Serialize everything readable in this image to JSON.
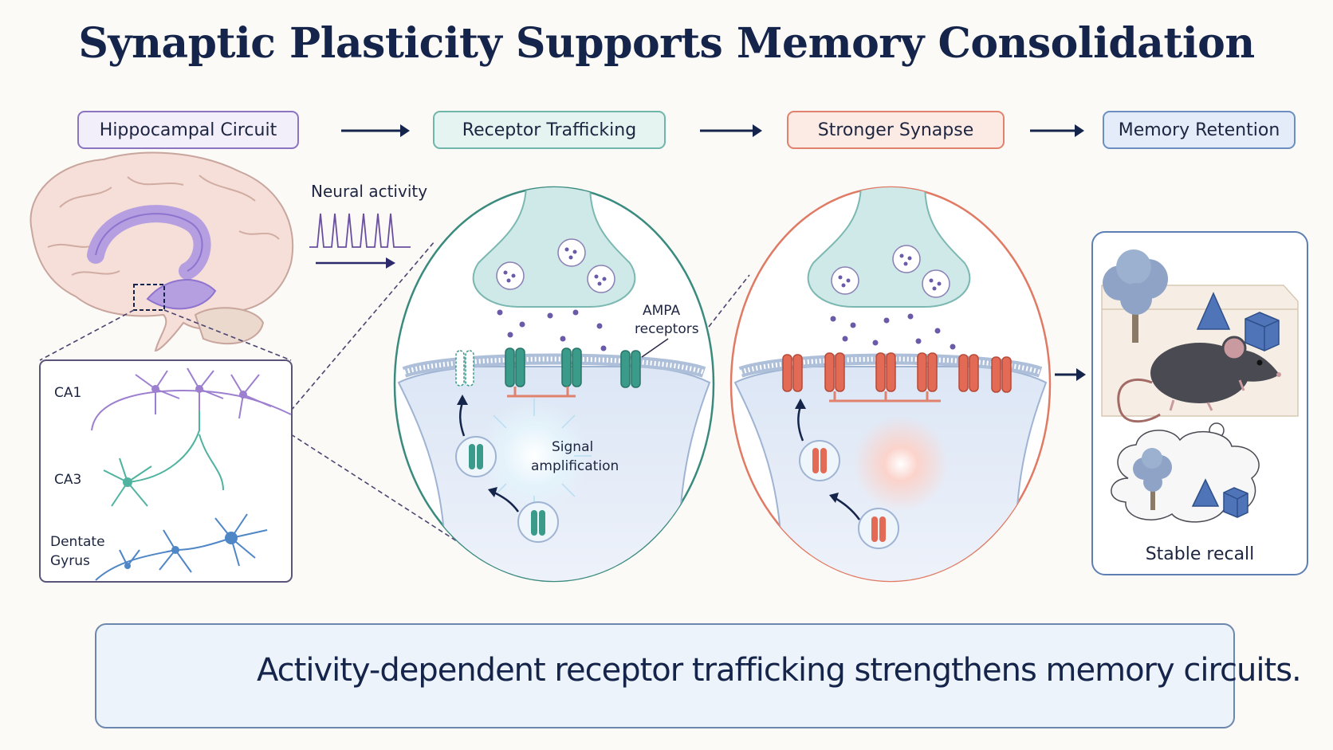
{
  "title": "Synaptic Plasticity Supports Memory Consolidation",
  "steps": [
    {
      "label": "Hippocampal Circuit",
      "color": "#8b74c0",
      "fill": "#f2eefa"
    },
    {
      "label": "Receptor Trafficking",
      "color": "#6fb5aa",
      "fill": "#e6f4f1"
    },
    {
      "label": "Stronger Synapse",
      "color": "#e0826e",
      "fill": "#fceae4"
    },
    {
      "label": "Memory Retention",
      "color": "#6c8fc3",
      "fill": "#e3ecf8"
    }
  ],
  "neural_activity_label": "Neural activity",
  "hippocampus_labels": {
    "ca1": "CA1",
    "ca3": "CA3",
    "dg_line1": "Dentate",
    "dg_line2": "Gyrus"
  },
  "ampa_label_line1": "AMPA",
  "ampa_label_line2": "receptors",
  "signal_label_line1": "Signal",
  "signal_label_line2": "amplification",
  "recall_label": "Stable recall",
  "summary": "Activity-dependent receptor trafficking strengthens memory circuits.",
  "icons": [
    "brain-icon",
    "arrow-right-icon",
    "mouse-icon",
    "tree-icon",
    "pyramid-icon",
    "cube-icon"
  ],
  "colors": {
    "navy": "#15244a",
    "purple": "#8b74c0",
    "teal": "#3a9b8a",
    "coral": "#e0826e",
    "blue": "#6c8fc3"
  }
}
